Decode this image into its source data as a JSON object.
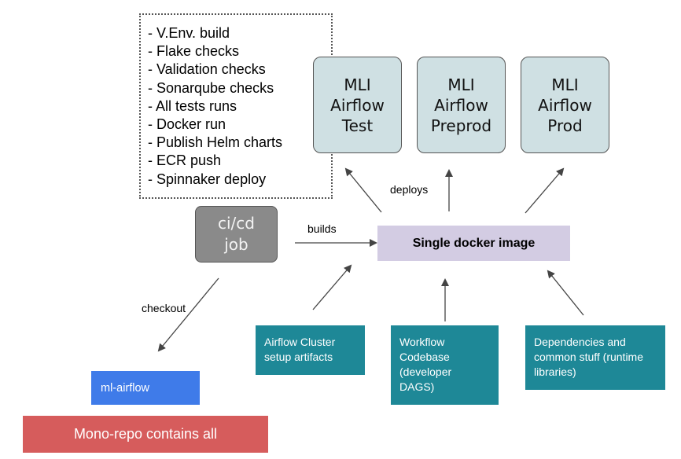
{
  "checklist": {
    "items": [
      "- V.Env. build",
      "- Flake checks",
      "- Validation checks",
      "- Sonarqube checks",
      "- All tests runs",
      "- Docker run",
      "- Publish Helm charts",
      "- ECR push",
      "- Spinnaker deploy"
    ]
  },
  "environments": [
    {
      "line1": "MLI",
      "line2": "Airflow",
      "line3": "Test"
    },
    {
      "line1": "MLI",
      "line2": "Airflow",
      "line3": "Preprod"
    },
    {
      "line1": "MLI",
      "line2": "Airflow",
      "line3": "Prod"
    }
  ],
  "cicd_job": {
    "line1": "ci/cd",
    "line2": "job"
  },
  "docker_image": {
    "label": "Single docker image"
  },
  "edge_labels": {
    "builds": "builds",
    "deploys": "deploys",
    "checkout": "checkout"
  },
  "sources": [
    {
      "label": "Airflow Cluster setup artifacts"
    },
    {
      "label": "Workflow Codebase (developer DAGS)"
    },
    {
      "label": "Dependencies and common stuff (runtime libraries)"
    }
  ],
  "repo": {
    "name": "ml-airflow",
    "monorepo": "Mono-repo contains all"
  },
  "colors": {
    "env_fill": "#cfe0e3",
    "cicd_fill": "#8a8a8a",
    "docker_fill": "#d3cce3",
    "source_fill": "#1e8897",
    "repo_fill": "#3f7be9",
    "monorepo_fill": "#d65c5c",
    "arrow": "#444444"
  }
}
